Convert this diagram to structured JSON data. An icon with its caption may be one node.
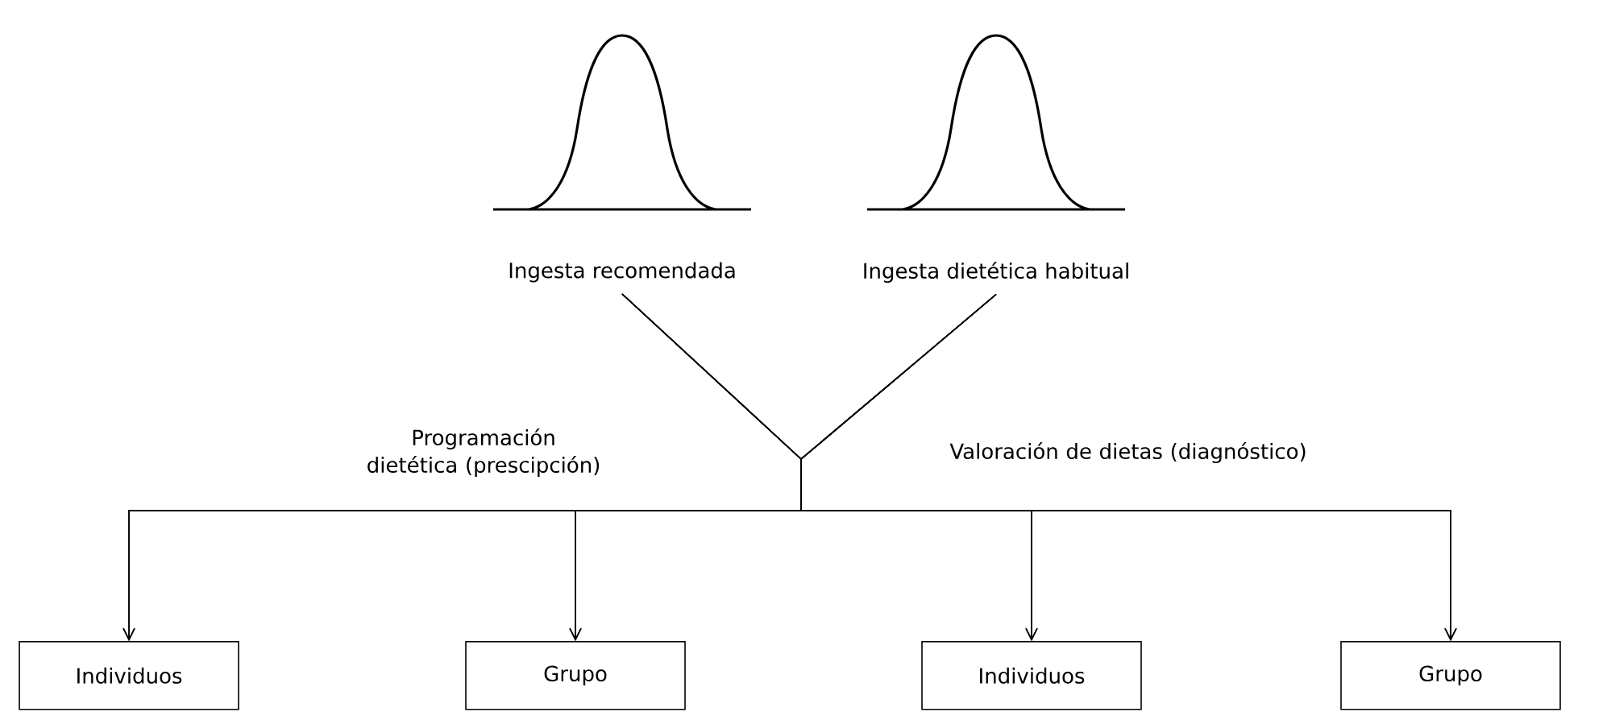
{
  "diagram": {
    "nodes": [
      {
        "text": [
          "Ingesta recomendada"
        ]
      },
      {
        "text": [
          "Ingesta dietética habitual"
        ]
      },
      {
        "text": [
          "Individuos"
        ]
      },
      {
        "text": [
          "Grupo"
        ]
      },
      {
        "text": [
          "Individuos"
        ]
      },
      {
        "text": [
          "Grupo"
        ]
      }
    ],
    "edges": [
      {
        "from": 0,
        "to": 2,
        "arrow": "to"
      },
      {
        "from": 0,
        "to": 3,
        "arrow": "to"
      },
      {
        "from": 0,
        "to": 4,
        "arrow": "to"
      },
      {
        "from": 0,
        "to": 5,
        "arrow": "to"
      },
      {
        "from": 1,
        "to": 2,
        "arrow": "to"
      },
      {
        "from": 1,
        "to": 3,
        "arrow": "to"
      },
      {
        "from": 1,
        "to": 4,
        "arrow": "to"
      },
      {
        "from": 1,
        "to": 5,
        "arrow": "to"
      }
    ],
    "labels": [
      "Programación dietética (prescipción)",
      "Valoración de dietas (diagnóstico)"
    ]
  }
}
